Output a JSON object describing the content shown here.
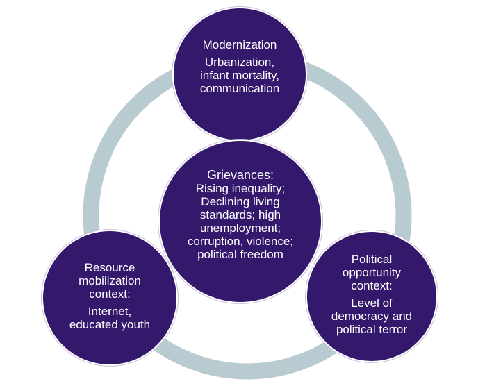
{
  "colors": {
    "ring": "#b8cbd1",
    "node_fill": "#33186b",
    "node_text": "#ffffff",
    "background": "#ffffff"
  },
  "nodes": {
    "top": {
      "title": "Modernization",
      "body": [
        "Urbanization,",
        "infant mortality,",
        "communication"
      ]
    },
    "center": {
      "title": "Grievances:",
      "body": [
        "Rising inequality;",
        "Declining living",
        "standards; high",
        "unemployment;",
        "corruption, violence;",
        "political freedom"
      ]
    },
    "left": {
      "title": [
        "Resource",
        "mobilization",
        "context:"
      ],
      "body": [
        "Internet,",
        "educated youth"
      ]
    },
    "right": {
      "title": [
        "Political",
        "opportunity",
        "context:"
      ],
      "body": [
        "Level of",
        "democracy and",
        "political terror"
      ]
    }
  }
}
